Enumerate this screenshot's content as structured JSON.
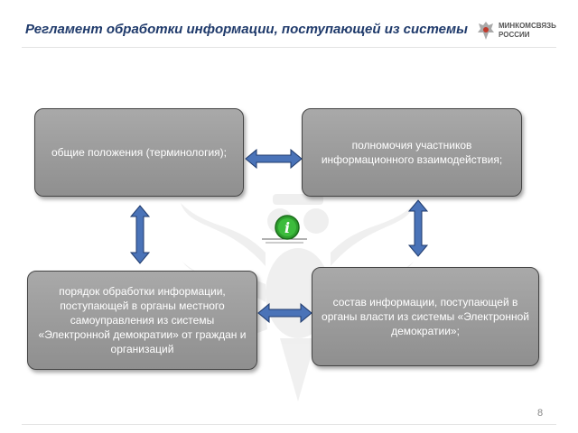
{
  "header": {
    "title": "Регламент обработки информации, поступающей из системы",
    "logo_line1": "МИНКОМСВЯЗЬ",
    "logo_line2": "РОССИИ"
  },
  "boxes": {
    "general": "общие положения (терминология);",
    "powers": "полномочия участников информационного взаимодействия;",
    "procedure": "порядок обработки информации, поступающей в органы местного самоуправления из  системы «Электронной демократии» от граждан и организаций",
    "composition": "состав информации, поступающей в органы власти из системы «Электронной демократии»;"
  },
  "icons": {
    "info": "info-icon",
    "logo": "emblem-icon",
    "arrows": "double-arrow-icon"
  },
  "colors": {
    "box_fill": "#9c9c9c",
    "arrow_fill": "#4a73b8",
    "title": "#1f3a6b",
    "info_green": "#2e9e2e"
  },
  "footer": {
    "page_number": "8"
  }
}
